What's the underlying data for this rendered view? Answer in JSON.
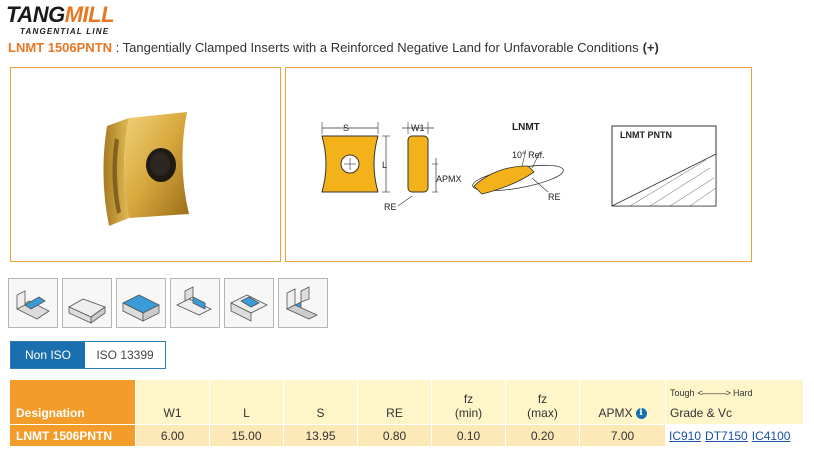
{
  "brand": {
    "logo_main_1": "TANG",
    "logo_main_2": "MILL",
    "logo_sub": "TANGENTIAL LINE"
  },
  "product": {
    "code": "LNMT 1506PNTN",
    "description": " : Tangentially Clamped Inserts with a Reinforced Negative Land for Unfavorable Conditions",
    "expand": "(+)"
  },
  "diagram": {
    "dim_s": "S",
    "dim_w1": "W1",
    "dim_l": "L",
    "dim_apmx": "APMX",
    "dim_re": "RE",
    "side_title": "LNMT",
    "angle": "10° Ref.",
    "angle_re": "RE",
    "section_title": "LNMT PNTN"
  },
  "thumbnails": [
    "shoulder-milling-icon",
    "face-milling-icon",
    "slotting-icon",
    "step-milling-icon",
    "pocket-milling-icon",
    "groove-milling-icon"
  ],
  "standards": {
    "active": "Non ISO",
    "inactive": "ISO 13399"
  },
  "table": {
    "headers": {
      "designation": "Designation",
      "w1": "W1",
      "l": "L",
      "s": "S",
      "re": "RE",
      "fz_min_1": "fz",
      "fz_min_2": "(min)",
      "fz_max_1": "fz",
      "fz_max_2": "(max)",
      "apmx": "APMX",
      "tough": "Tough",
      "hard": "Hard",
      "grade": "Grade & Vc"
    },
    "row": {
      "designation": "LNMT 1506PNTN",
      "w1": "6.00",
      "l": "15.00",
      "s": "13.95",
      "re": "0.80",
      "fz_min": "0.10",
      "fz_max": "0.20",
      "apmx": "7.00",
      "grades": [
        "IC910",
        "DT7150",
        "IC4100"
      ]
    }
  },
  "colors": {
    "accent": "#f39c2a",
    "brand_orange": "#e87722",
    "link": "#1a4fa8",
    "tab_blue": "#1a6fae"
  }
}
